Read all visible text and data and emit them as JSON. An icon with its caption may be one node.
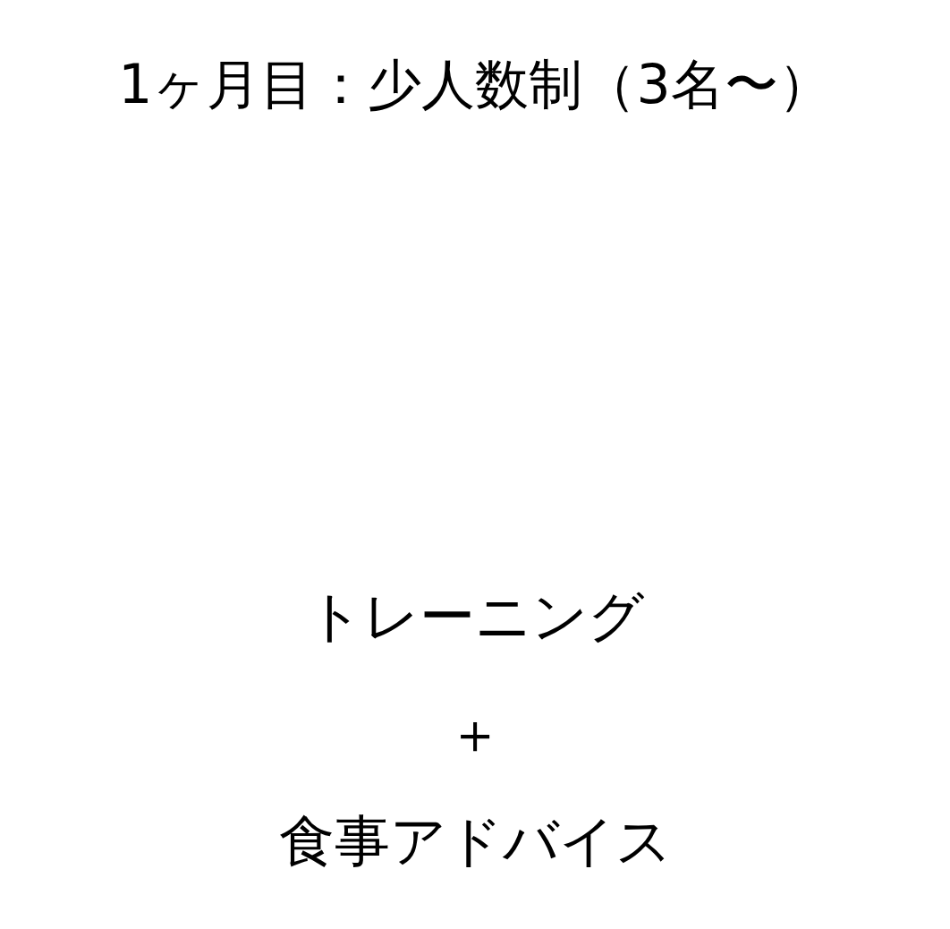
{
  "diagram": {
    "title": "1ヶ月目：少人数制（3名〜）",
    "labels": [
      "トレーニング",
      "＋",
      "食事アドバイス"
    ]
  }
}
